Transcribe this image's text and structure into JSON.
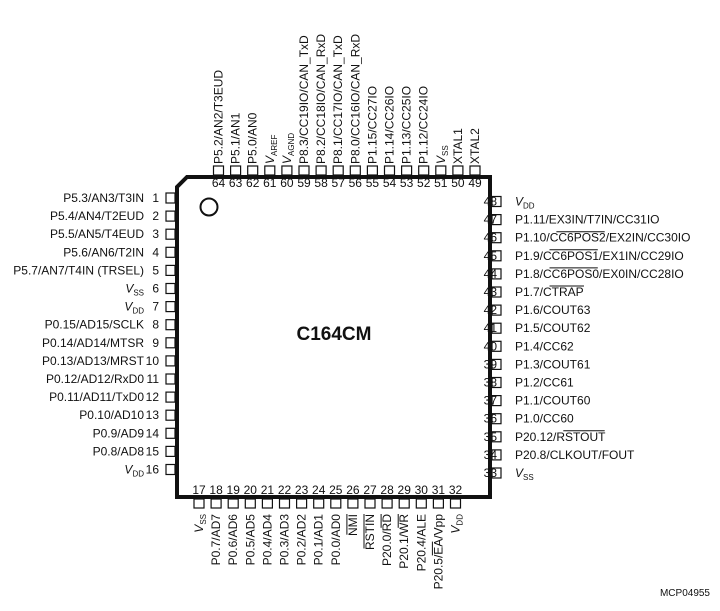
{
  "chip": {
    "name": "C164CM",
    "figure_id": "MCP04955",
    "orientation_mark": "pin-1-dot"
  },
  "pins": {
    "left": [
      {
        "num": "1",
        "label": "P5.3/AN3/T3IN"
      },
      {
        "num": "2",
        "label": "P5.4/AN4/T2EUD"
      },
      {
        "num": "3",
        "label": "P5.5/AN5/T4EUD"
      },
      {
        "num": "4",
        "label": "P5.6/AN6/T2IN"
      },
      {
        "num": "5",
        "label": "P5.7/AN7/T4IN (TRSEL)"
      },
      {
        "num": "6",
        "label": "V",
        "sub": "SS"
      },
      {
        "num": "7",
        "label": "V",
        "sub": "DD"
      },
      {
        "num": "8",
        "label": "P0.15/AD15/SCLK"
      },
      {
        "num": "9",
        "label": "P0.14/AD14/MTSR"
      },
      {
        "num": "10",
        "label": "P0.13/AD13/MRST"
      },
      {
        "num": "11",
        "label": "P0.12/AD12/RxD0"
      },
      {
        "num": "12",
        "label": "P0.11/AD11/TxD0"
      },
      {
        "num": "13",
        "label": "P0.10/AD10"
      },
      {
        "num": "14",
        "label": "P0.9/AD9"
      },
      {
        "num": "15",
        "label": "P0.8/AD8"
      },
      {
        "num": "16",
        "label": "V",
        "sub": "DD"
      }
    ],
    "bottom": [
      {
        "num": "17",
        "label": "V",
        "sub": "SS"
      },
      {
        "num": "18",
        "label": "P0.7/AD7"
      },
      {
        "num": "19",
        "label": "P0.6/AD6"
      },
      {
        "num": "20",
        "label": "P0.5/AD5"
      },
      {
        "num": "21",
        "label": "P0.4/AD4"
      },
      {
        "num": "22",
        "label": "P0.3/AD3"
      },
      {
        "num": "23",
        "label": "P0.2/AD2"
      },
      {
        "num": "24",
        "label": "P0.1/AD1"
      },
      {
        "num": "25",
        "label": "P0.0/AD0"
      },
      {
        "num": "26",
        "label": "NMI"
      },
      {
        "num": "27",
        "label": "RSTIN"
      },
      {
        "num": "28",
        "label": "P20.0/RD"
      },
      {
        "num": "29",
        "label": "P20.1/WR"
      },
      {
        "num": "30",
        "label": "P20.4/ALE"
      },
      {
        "num": "31",
        "label": "P20.5/EA/Vpp"
      },
      {
        "num": "32",
        "label": "V",
        "sub": "DD"
      }
    ],
    "right": [
      {
        "num": "33",
        "label": "V",
        "sub": "SS"
      },
      {
        "num": "34",
        "label": "P20.8/CLKOUT/FOUT"
      },
      {
        "num": "35",
        "label": "P20.12/RSTOUT"
      },
      {
        "num": "36",
        "label": "P1.0/CC60"
      },
      {
        "num": "37",
        "label": "P1.1/COUT60"
      },
      {
        "num": "38",
        "label": "P1.2/CC61"
      },
      {
        "num": "39",
        "label": "P1.3/COUT61"
      },
      {
        "num": "40",
        "label": "P1.4/CC62"
      },
      {
        "num": "41",
        "label": "P1.5/COUT62"
      },
      {
        "num": "42",
        "label": "P1.6/COUT63"
      },
      {
        "num": "43",
        "label": "P1.7/CTRAP"
      },
      {
        "num": "44",
        "label": "P1.8/CC6POS0/EX0IN/CC28IO"
      },
      {
        "num": "45",
        "label": "P1.9/CC6POS1/EX1IN/CC29IO"
      },
      {
        "num": "46",
        "label": "P1.10/CC6POS2/EX2IN/CC30IO"
      },
      {
        "num": "47",
        "label": "P1.11/EX3IN/T7IN/CC31IO"
      },
      {
        "num": "48",
        "label": "V",
        "sub": "DD"
      }
    ],
    "top": [
      {
        "num": "49",
        "label": "XTAL2"
      },
      {
        "num": "50",
        "label": "XTAL1"
      },
      {
        "num": "51",
        "label": "V",
        "sub": "SS"
      },
      {
        "num": "52",
        "label": "P1.12/CC24IO"
      },
      {
        "num": "53",
        "label": "P1.13/CC25IO"
      },
      {
        "num": "54",
        "label": "P1.14/CC26IO"
      },
      {
        "num": "55",
        "label": "P1.15/CC27IO"
      },
      {
        "num": "56",
        "label": "P8.0/CC16IO/CAN_RxD"
      },
      {
        "num": "57",
        "label": "P8.1/CC17IO/CAN_TxD"
      },
      {
        "num": "58",
        "label": "P8.2/CC18IO/CAN_RxD"
      },
      {
        "num": "59",
        "label": "P8.3/CC19IO/CAN_TxD"
      },
      {
        "num": "60",
        "label": "V",
        "sub": "AGND"
      },
      {
        "num": "61",
        "label": "V",
        "sub": "AREF"
      },
      {
        "num": "62",
        "label": "P5.0/AN0"
      },
      {
        "num": "63",
        "label": "P5.1/AN1"
      },
      {
        "num": "64",
        "label": "P5.2/AN2/T3EUD"
      }
    ]
  }
}
